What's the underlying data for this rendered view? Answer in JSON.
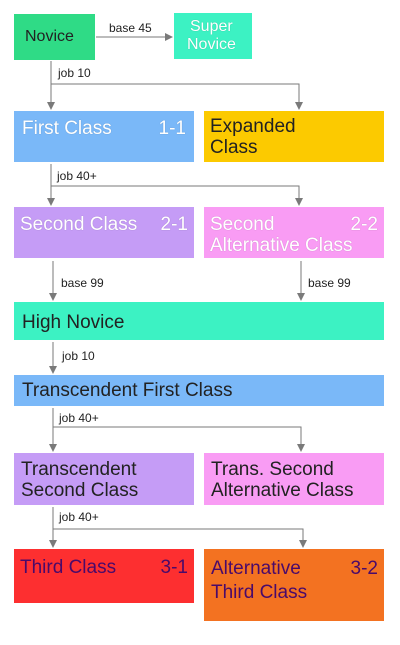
{
  "colors": {
    "green": "#2fdb86",
    "aqua": "#3cf2c3",
    "blue": "#7ab8f8",
    "yellow": "#fcca00",
    "purple": "#c59cf6",
    "pink": "#f99cf4",
    "red": "#fd2f30",
    "orange": "#f37221",
    "arrow": "#7a7a7a"
  },
  "nodes": {
    "novice": {
      "label": "Novice"
    },
    "super_novice": {
      "line1": "Super",
      "line2": "Novice"
    },
    "first_class": {
      "label": "First Class",
      "number": "1-1"
    },
    "expanded_class": {
      "line1": "Expanded",
      "line2": "Class"
    },
    "second_class": {
      "label": "Second Class",
      "number": "2-1"
    },
    "second_alt": {
      "line1": "Second",
      "line2": "Alternative Class",
      "number": "2-2"
    },
    "high_novice": {
      "label": "High Novice"
    },
    "trans_first": {
      "label": "Transcendent First Class"
    },
    "trans_second": {
      "line1": "Transcendent",
      "line2": "Second Class"
    },
    "trans_second_alt": {
      "line1": "Trans. Second",
      "line2": "Alternative Class"
    },
    "third_class": {
      "label": "Third Class",
      "number": "3-1"
    },
    "alt_third": {
      "line1": "Alternative",
      "line2": "Third Class",
      "number": "3-2"
    }
  },
  "edges": {
    "base45": "base 45",
    "job10_a": "job 10",
    "job40_a": "job 40+",
    "base99_a": "base 99",
    "base99_b": "base 99",
    "job10_b": "job 10",
    "job40_b": "job 40+",
    "job40_c": "job 40+"
  }
}
